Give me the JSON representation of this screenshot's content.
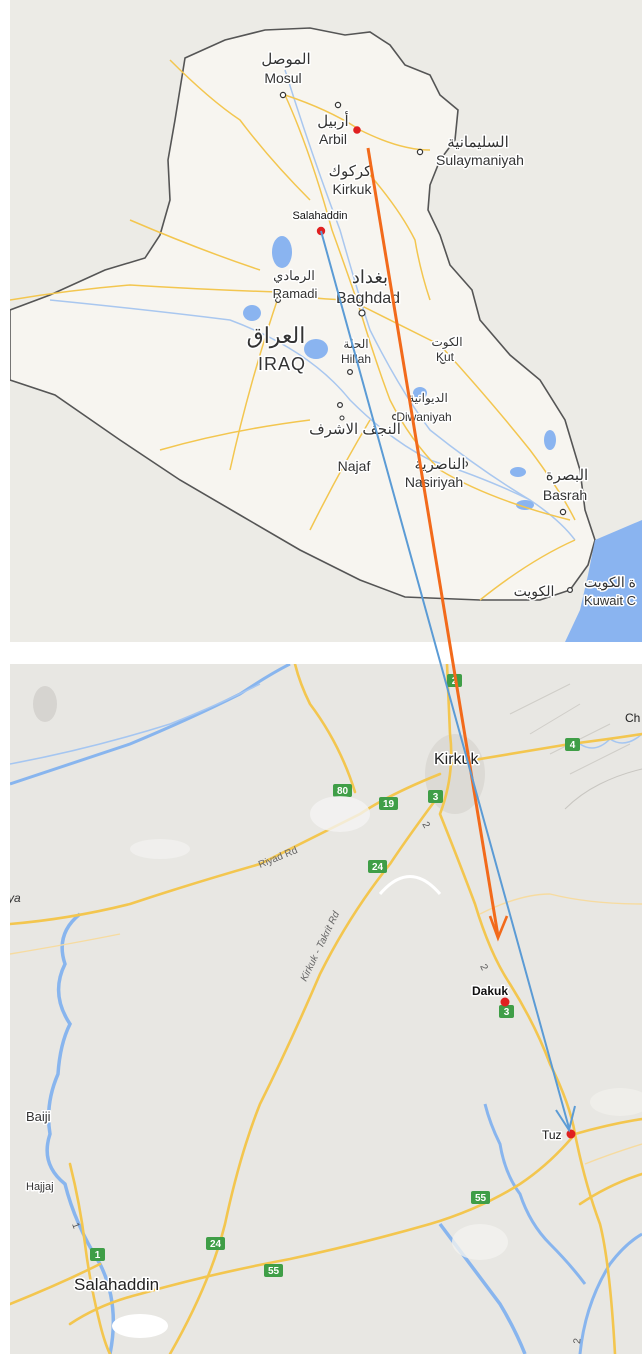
{
  "top_map": {
    "country": {
      "ar": "العراق",
      "en": "IRAQ"
    },
    "cities": [
      {
        "id": "mosul",
        "ar": "الموصل",
        "en": "Mosul"
      },
      {
        "id": "arbil",
        "ar": "أربيل",
        "en": "Arbil"
      },
      {
        "id": "sulaymaniyah",
        "ar": "السليمانية",
        "en": "Sulaymaniyah"
      },
      {
        "id": "kirkuk",
        "ar": "كركوك",
        "en": "Kirkuk"
      },
      {
        "id": "salahaddin",
        "en": "Salahaddin"
      },
      {
        "id": "ramadi",
        "ar": "الرمادي",
        "en": "Ramadi"
      },
      {
        "id": "baghdad",
        "ar": "بغداد",
        "en": "Baghdad"
      },
      {
        "id": "hillah",
        "ar": "الحلة",
        "en": "Hillah"
      },
      {
        "id": "kut",
        "ar": "الكوت",
        "en": "Kut"
      },
      {
        "id": "diwaniyah",
        "ar": "الديوانية",
        "en": "Diwaniyah"
      },
      {
        "id": "najaf",
        "ar": "النجف الاشرف",
        "en": "Najaf"
      },
      {
        "id": "nasiriyah",
        "ar": "الناصرية",
        "en": "Nasiriyah"
      },
      {
        "id": "basrah",
        "ar": "البصرة",
        "en": "Basrah"
      },
      {
        "id": "kuwait",
        "ar": "الكويت",
        "en": "Kuwait C"
      }
    ],
    "neighbor_label": "ة الكويت"
  },
  "bottom_map": {
    "places": {
      "kirkuk": "Kirkuk",
      "dakuk": "Dakuk",
      "tuz": "Tuz",
      "baiji": "Baiji",
      "hajjaj": "Hajjaj",
      "salahaddin": "Salahaddin",
      "edge_left": "ya",
      "edge_right": "Ch"
    },
    "roads": {
      "riyad": "Riyad Rd",
      "kirkuk_takrit": "Kirkuk - Takrit Rd"
    },
    "shields": [
      "2",
      "4",
      "80",
      "19",
      "3",
      "24",
      "3",
      "55",
      "24",
      "1",
      "55"
    ],
    "route_markings": [
      "2",
      "2",
      "1",
      "2"
    ]
  },
  "colors": {
    "orange_arrow": "#f26a1b",
    "blue_arrow": "#5b9bd5",
    "marker": "#e02020",
    "road": "#f3c64f",
    "shield": "#3f9e47",
    "water": "#8ab4f0"
  }
}
